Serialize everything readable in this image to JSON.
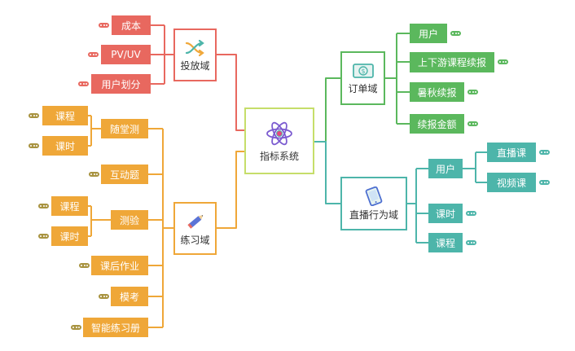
{
  "center": {
    "label": "指标系统",
    "icon": "atom-icon"
  },
  "branches": {
    "ads": {
      "label": "投放域",
      "icon": "shuffle-icon",
      "color": "#e8685f",
      "children": [
        "成本",
        "PV/UV",
        "用户划分"
      ]
    },
    "practice": {
      "label": "练习域",
      "icon": "pencil-icon",
      "color": "#efa738",
      "children": {
        "classroom": {
          "label": "随堂测",
          "children": [
            "课程",
            "课时"
          ]
        },
        "interactive": "互动题",
        "quiz": {
          "label": "测验",
          "children": [
            "课程",
            "课时"
          ]
        },
        "homework": "课后作业",
        "mock": "模考",
        "smart": "智能练习册"
      }
    },
    "order": {
      "label": "订单域",
      "icon": "dollar-bill-icon",
      "color": "#5bb85d",
      "children": [
        "用户",
        "上下游课程续报",
        "暑秋续报",
        "续报金额"
      ]
    },
    "live": {
      "label": "直播行为域",
      "icon": "tablet-icon",
      "color": "#4db5aa",
      "children": {
        "user": {
          "label": "用户",
          "children": [
            "直播课",
            "视频课"
          ]
        },
        "lesson": "课时",
        "course": "课程"
      }
    }
  }
}
